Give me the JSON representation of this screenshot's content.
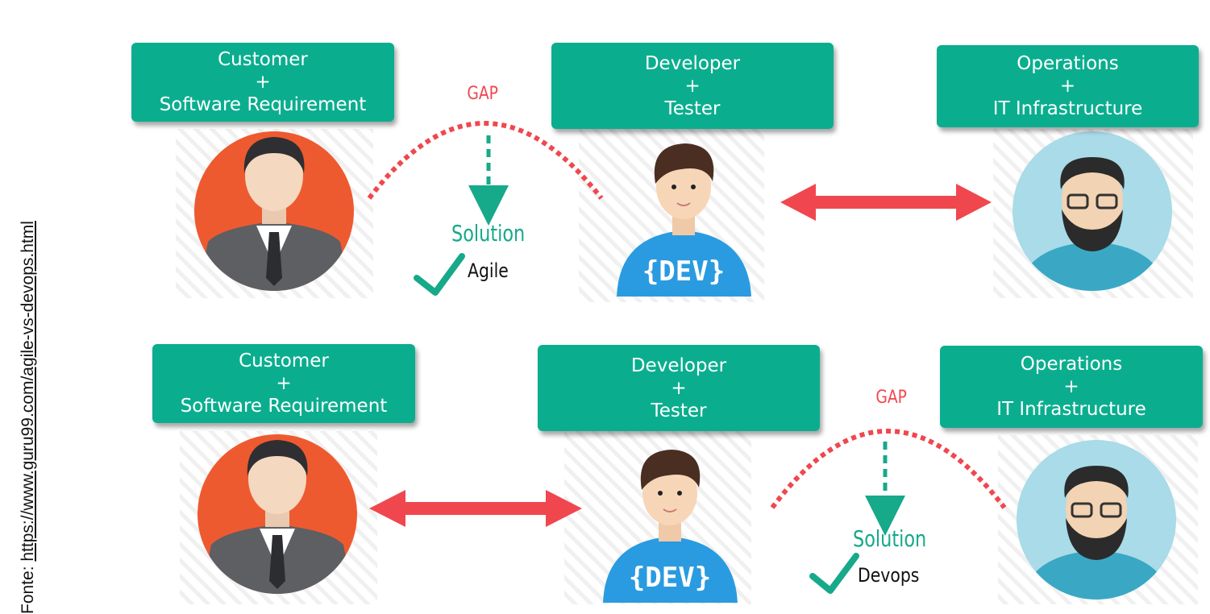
{
  "source": {
    "prefix": "Fonte: ",
    "url": "https://www.guru99.com/agile-vs-devops.html"
  },
  "top_row": {
    "customer": {
      "line1": "Customer",
      "line2": "+",
      "line3": "Software Requirement"
    },
    "developer": {
      "line1": "Developer",
      "line2": "+",
      "line3": "Tester"
    },
    "operations": {
      "line1": "Operations",
      "line2": "+",
      "line3": "IT Infrastructure"
    },
    "gap_label": "GAP",
    "solution_label": "Solution",
    "method": "Agile"
  },
  "bottom_row": {
    "customer": {
      "line1": "Customer",
      "line2": "+",
      "line3": "Software Requirement"
    },
    "developer": {
      "line1": "Developer",
      "line2": "+",
      "line3": "Tester"
    },
    "operations": {
      "line1": "Operations",
      "line2": "+",
      "line3": "IT Infrastructure"
    },
    "gap_label": "GAP",
    "solution_label": "Solution",
    "method": "Devops"
  },
  "dev_badge": "{DEV}",
  "colors": {
    "box": "#0aae8f",
    "gap_red": "#f0474e",
    "solution_green": "#16a98a",
    "customer_circle": "#ee5a2f",
    "operations_circle": "#a9dbe8",
    "dev_shirt": "#2a9be0"
  }
}
